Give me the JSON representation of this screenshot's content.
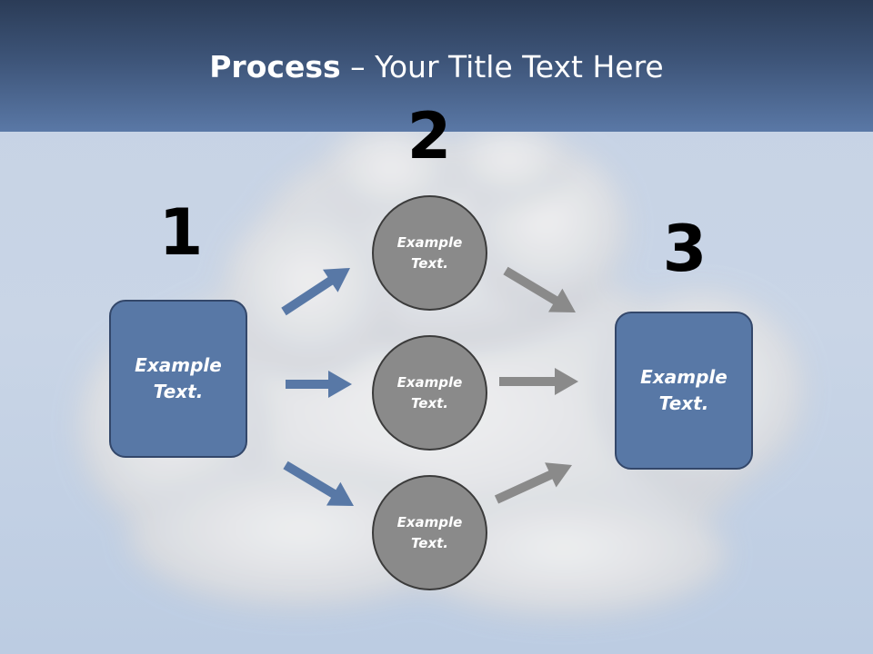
{
  "title": {
    "bold": "Process",
    "rest": " – Your Title Text Here"
  },
  "steps": {
    "one": "1",
    "two": "2",
    "three": "3"
  },
  "left_box": {
    "text": "Example Text."
  },
  "right_box": {
    "text": "Example Text."
  },
  "circles": [
    {
      "text": "Example Text."
    },
    {
      "text": "Example Text."
    },
    {
      "text": "Example Text."
    }
  ],
  "colors": {
    "title_bar": "#3d5478",
    "box_fill": "#5878a6",
    "circle_fill": "#8a8a8a",
    "blue_arrow": "#5878a6",
    "gray_arrow": "#8a8a8a"
  }
}
